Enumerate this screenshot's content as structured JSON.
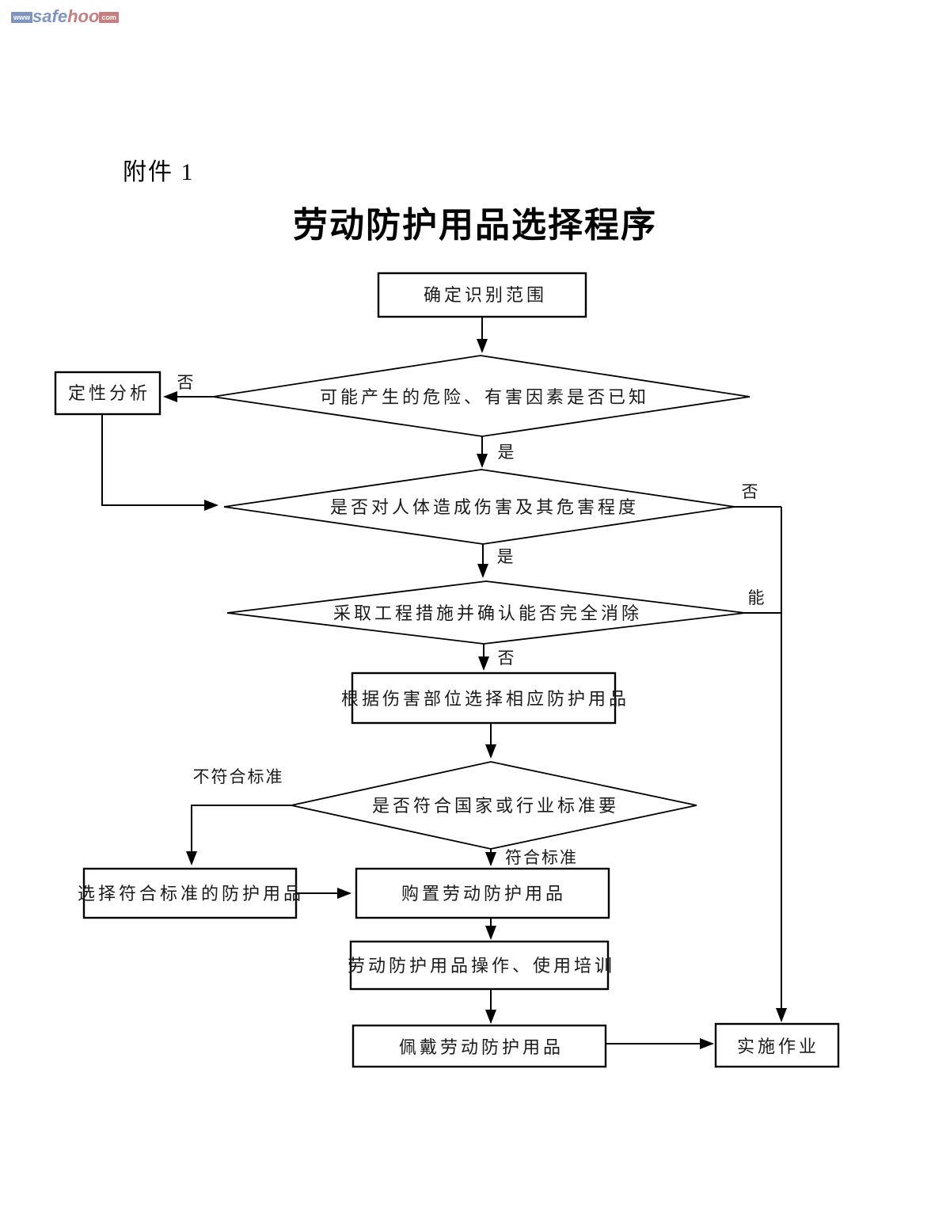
{
  "watermark": {
    "www": "www",
    "safe": "safe",
    "hoo": "hoo",
    "com": "com"
  },
  "header": {
    "attachment_label": "附件 1",
    "title": "劳动防护用品选择程序"
  },
  "colors": {
    "logo_blue": "#7e95c4",
    "logo_red": "#c87e7e",
    "line_black": "#000000",
    "background": "#ffffff"
  },
  "nodes": {
    "start": "确定识别范围",
    "qualitative_analysis": "定性分析",
    "decision_hazard_known": "可能产生的危险、有害因素是否已知",
    "decision_harm_degree": "是否对人体造成伤害及其危害程度",
    "decision_engineering": "采取工程措施并确认能否完全消除",
    "select_by_injury_part": "根据伤害部位选择相应防护用品",
    "decision_standard": "是否符合国家或行业标准要",
    "select_standard_ppe": "选择符合标准的防护用品",
    "purchase_ppe": "购置劳动防护用品",
    "training": "劳动防护用品操作、使用培训",
    "wear_ppe": "佩戴劳动防护用品",
    "implement_work": "实施作业"
  },
  "edge_labels": {
    "no_to_qualitative": "否",
    "yes_from_hazard_known": "是",
    "no_from_harm_degree": "否",
    "yes_from_harm_degree": "是",
    "can_from_engineering": "能",
    "no_from_engineering": "否",
    "not_meet_standard": "不符合标准",
    "meet_standard": "符合标准"
  }
}
